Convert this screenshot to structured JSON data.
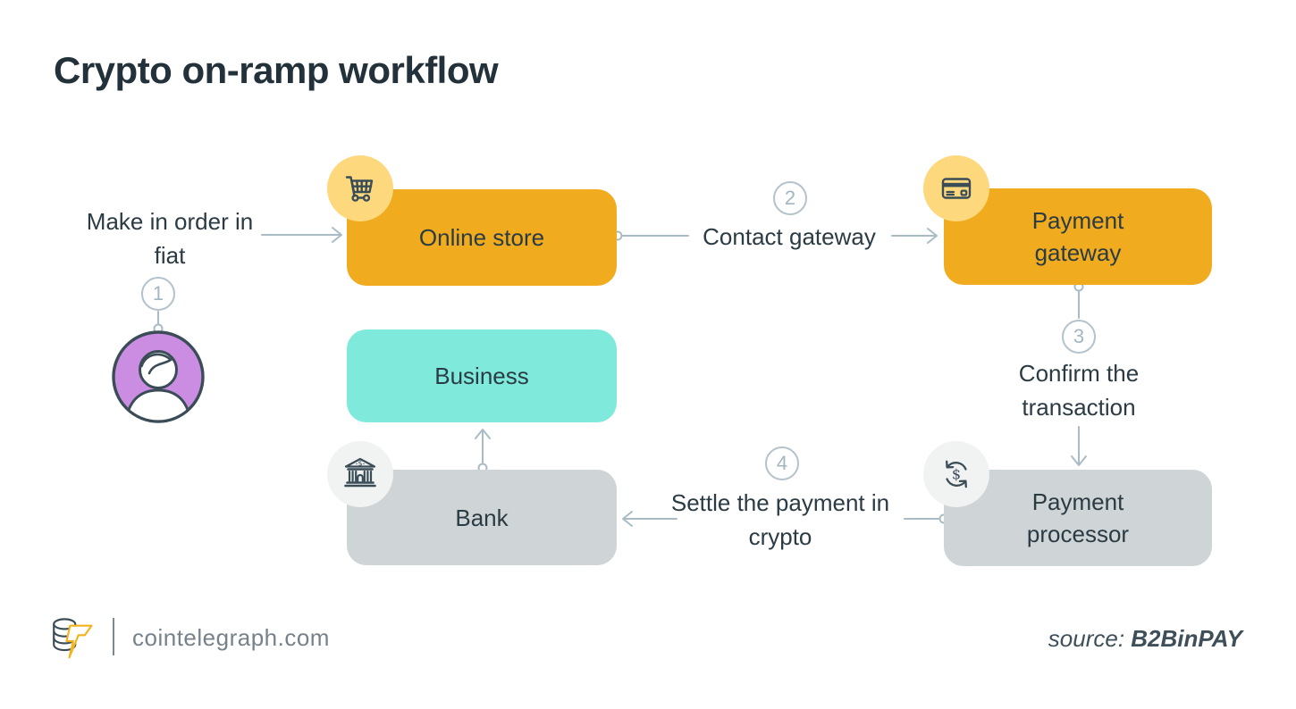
{
  "title": "Crypto on-ramp workflow",
  "diagram": {
    "nodes": {
      "online_store": {
        "label": "Online store",
        "fill": "#F0AC1E",
        "badge_fill": "#FDD87D",
        "icon": "shopping-cart-icon"
      },
      "payment_gateway": {
        "label": "Payment gateway",
        "fill": "#F0AC1E",
        "badge_fill": "#FDD87D",
        "icon": "credit-card-icon"
      },
      "business": {
        "label": "Business",
        "fill": "#7FE9DB"
      },
      "bank": {
        "label": "Bank",
        "fill": "#CFD4D6",
        "badge_fill": "#F1F2F2",
        "icon": "bank-building-icon"
      },
      "payment_processor": {
        "label": "Payment processor",
        "fill": "#CFD4D6",
        "badge_fill": "#F1F2F2",
        "icon": "currency-exchange-icon"
      }
    },
    "actor": {
      "name": "customer",
      "icon": "person-avatar-icon",
      "fill": "#CB8DE1"
    },
    "steps": {
      "s1": {
        "number": "1",
        "label": "Make in order in fiat"
      },
      "s2": {
        "number": "2",
        "label": "Contact gateway"
      },
      "s3": {
        "number": "3",
        "label": "Confirm the transaction"
      },
      "s4": {
        "number": "4",
        "label": "Settle the payment in crypto"
      }
    }
  },
  "footer": {
    "site": "cointelegraph.com",
    "source_label": "source:",
    "source_name": "B2BinPAY"
  },
  "colors": {
    "accent_orange": "#F0AC1E",
    "accent_yellow": "#FDD87D",
    "accent_teal": "#7FE9DB",
    "neutral_gray": "#CFD4D6",
    "badge_gray": "#F1F2F2",
    "avatar_purple": "#CB8DE1",
    "connector_line": "#A9BCC6",
    "ink": "#2A3B44",
    "title_ink": "#23313A"
  }
}
